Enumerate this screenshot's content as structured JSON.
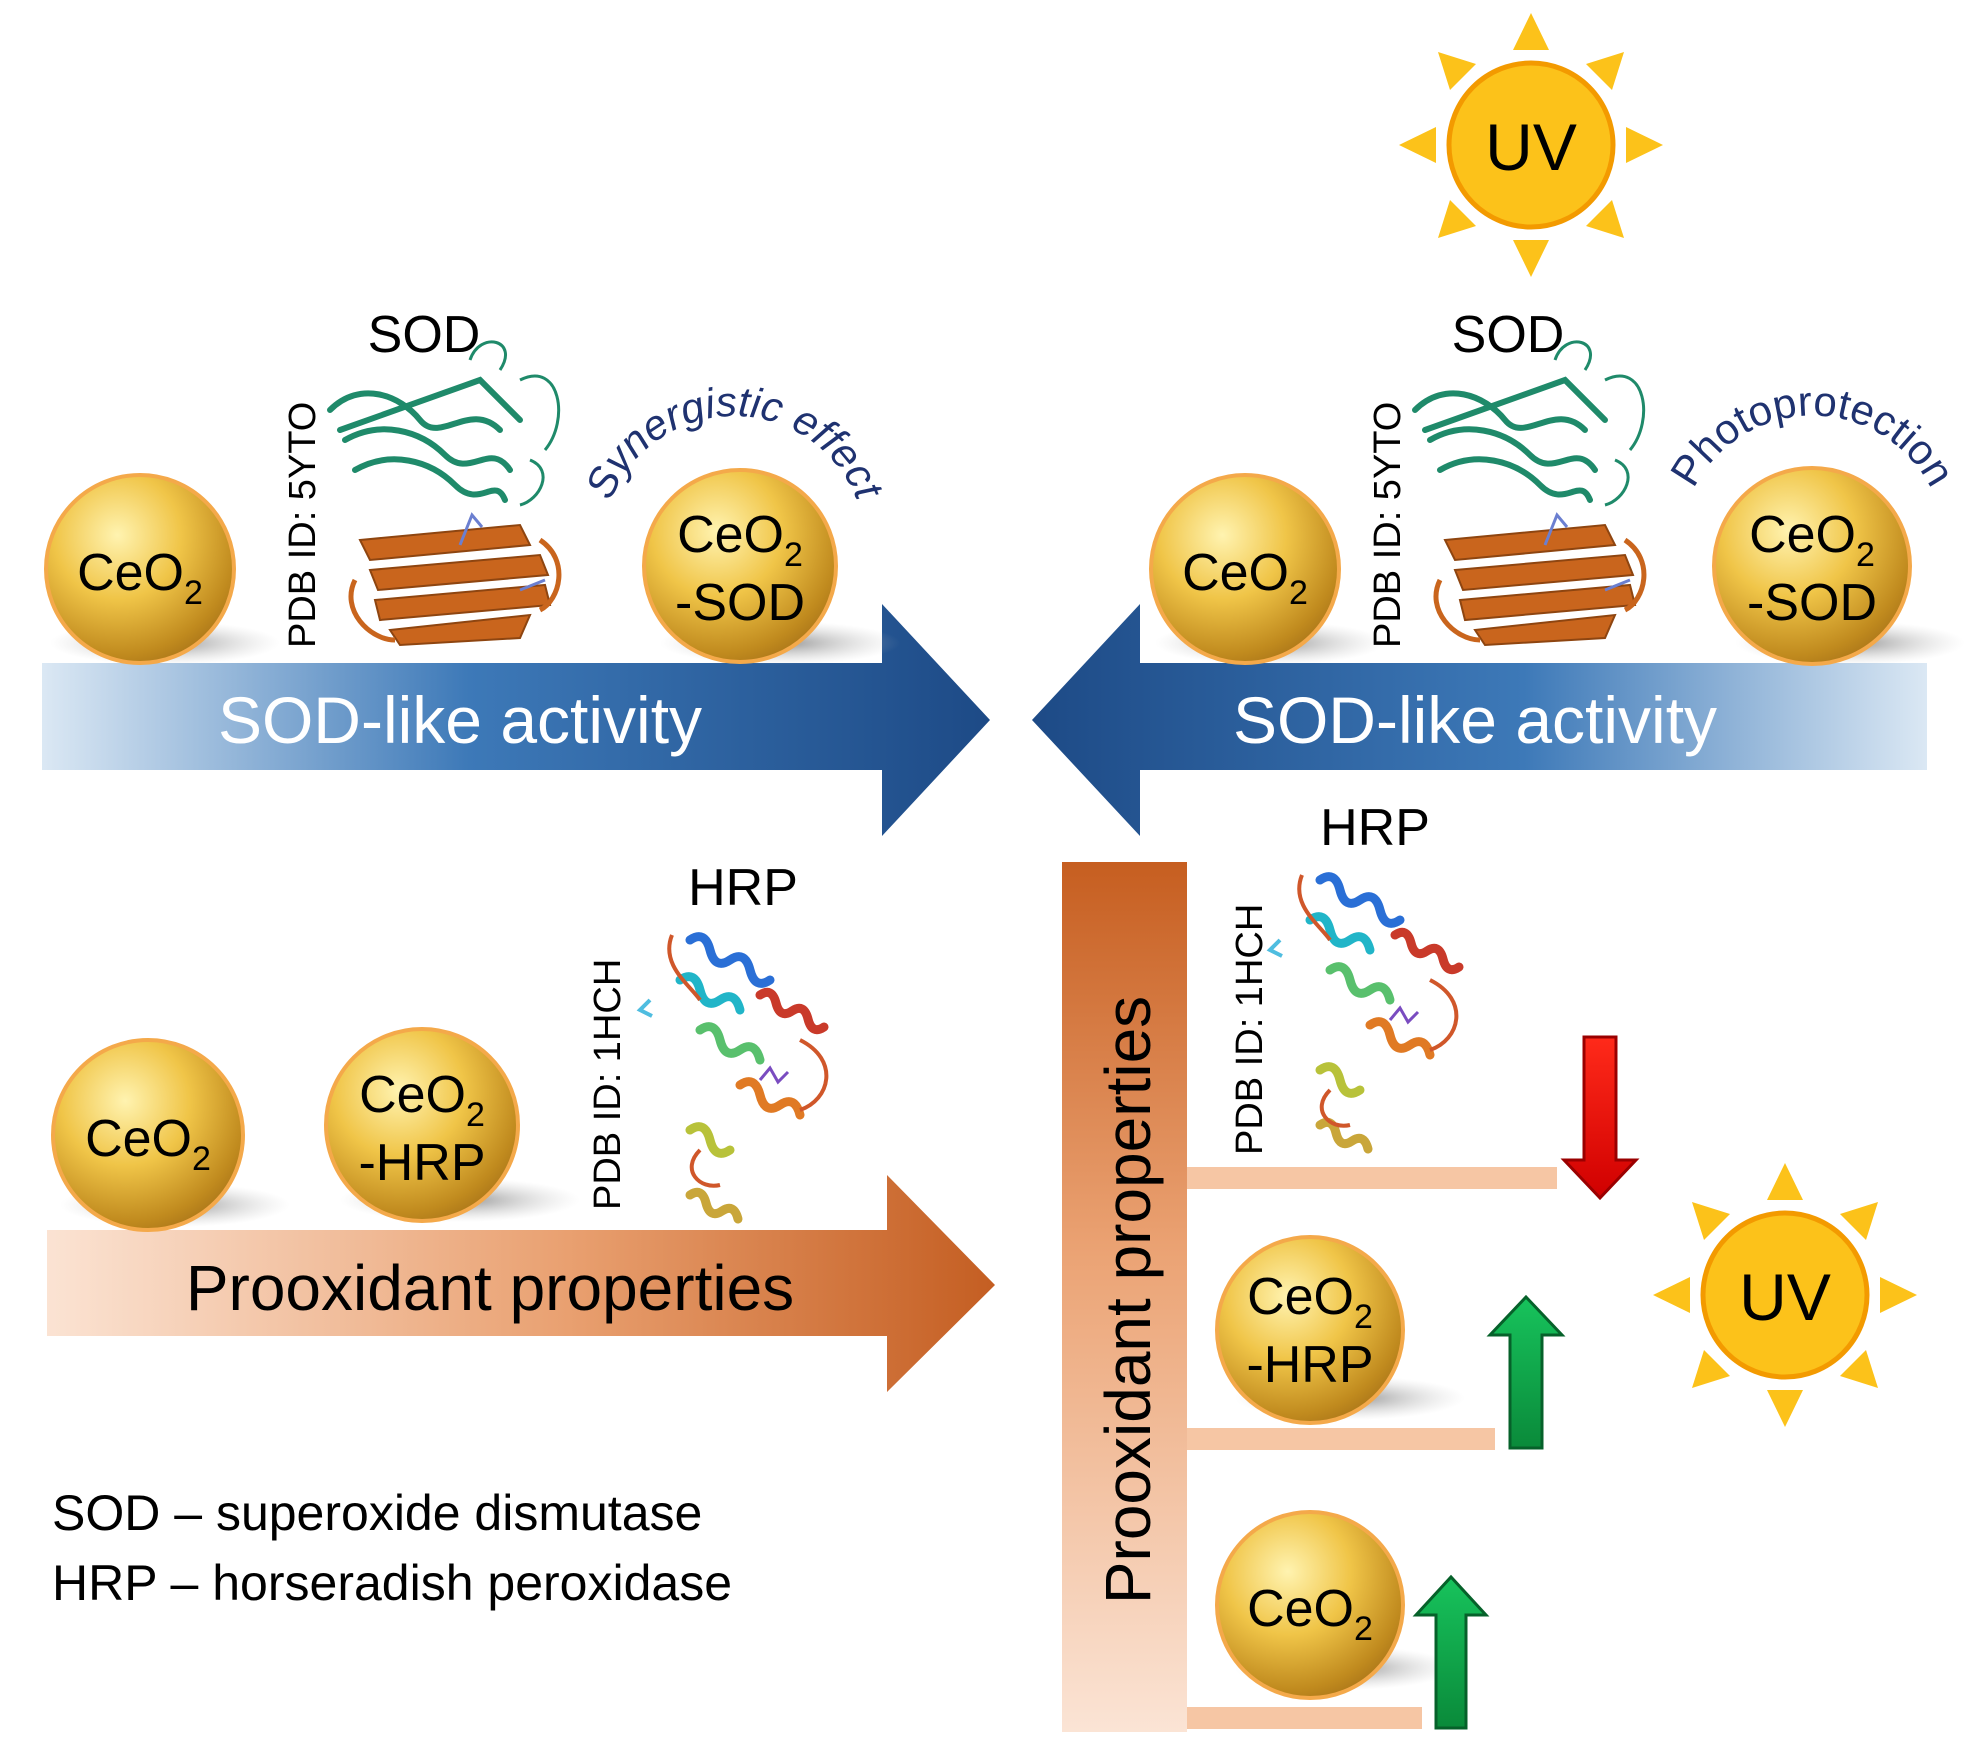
{
  "labels": {
    "sod": "SOD",
    "hrp": "HRP",
    "pdb_sod": "PDB ID: 5YTO",
    "pdb_hrp": "PDB ID: 1HCH",
    "uv": "UV",
    "sod_activity": "SOD-like activity",
    "prooxidant": "Prooxidant properties",
    "synergistic": "Synergistic effect",
    "photoprotection": "Photoprotection"
  },
  "particles": {
    "ceo2": "CeO",
    "sub2": "2",
    "sod_suffix": "-SOD",
    "hrp_suffix": "-HRP"
  },
  "legend": {
    "sod": "SOD – superoxide dismutase",
    "hrp": "HRP – horseradish peroxidase"
  },
  "colors": {
    "sod_arrow": "#1f4e8c",
    "prooxidant_arrow": "#c8642a",
    "particle_gold": "#e2b23a",
    "sun": "#fcc21a",
    "arrow_down": "#e30000",
    "arrow_up": "#0aa64a",
    "curved_text": "#1f3270"
  },
  "icons": {
    "sun": "sun-icon",
    "protein": "protein-structure-icon"
  }
}
